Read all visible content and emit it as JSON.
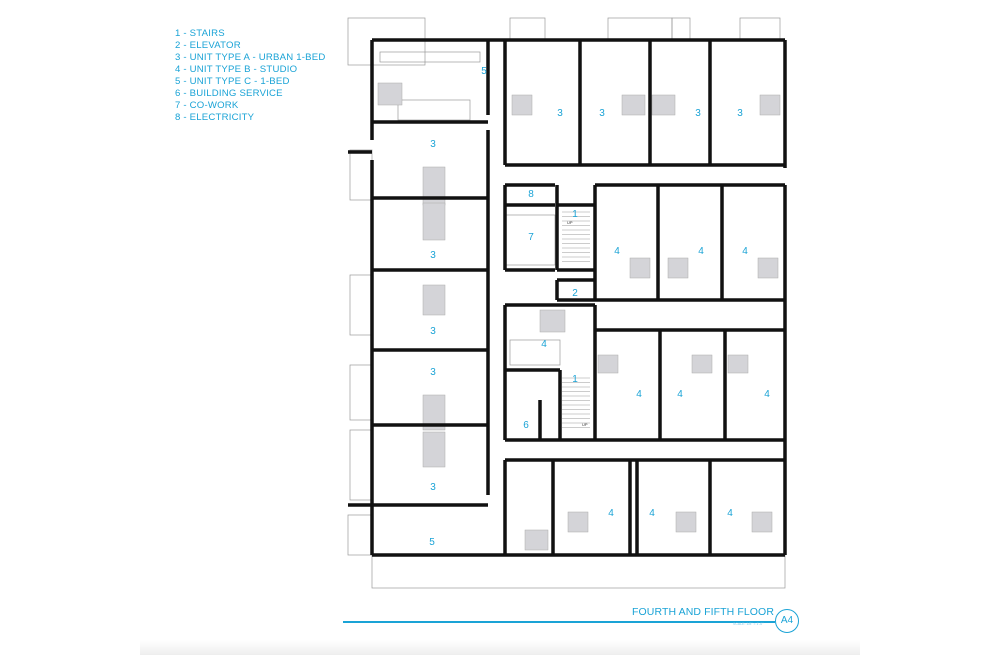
{
  "legend": [
    "1 - STAIRS",
    "2 - ELEVATOR",
    "3 - UNIT TYPE A - URBAN 1-BED",
    "4 - UNIT TYPE B - STUDIO",
    "5 - UNIT TYPE C - 1-BED",
    "6 - BUILDING SERVICE",
    "7 - CO-WORK",
    "8 - ELECTRICITY"
  ],
  "rooms": [
    "5",
    "3",
    "3",
    "3",
    "3",
    "3",
    "3",
    "3",
    "3",
    "3",
    "8",
    "1",
    "7",
    "2",
    "4",
    "4",
    "4",
    "4",
    "1",
    "6",
    "4",
    "4",
    "4",
    "5",
    "4",
    "4",
    "4",
    "UP",
    "UP"
  ],
  "title_block": {
    "title": "FOURTH AND FIFTH FLOOR",
    "scale": "SCALE: 1/8\" = 1'-0\"",
    "sheet": "A4"
  },
  "colors": {
    "accent": "#1aa3d6",
    "walls": "#111111",
    "furniture": "#d4d4d8"
  }
}
